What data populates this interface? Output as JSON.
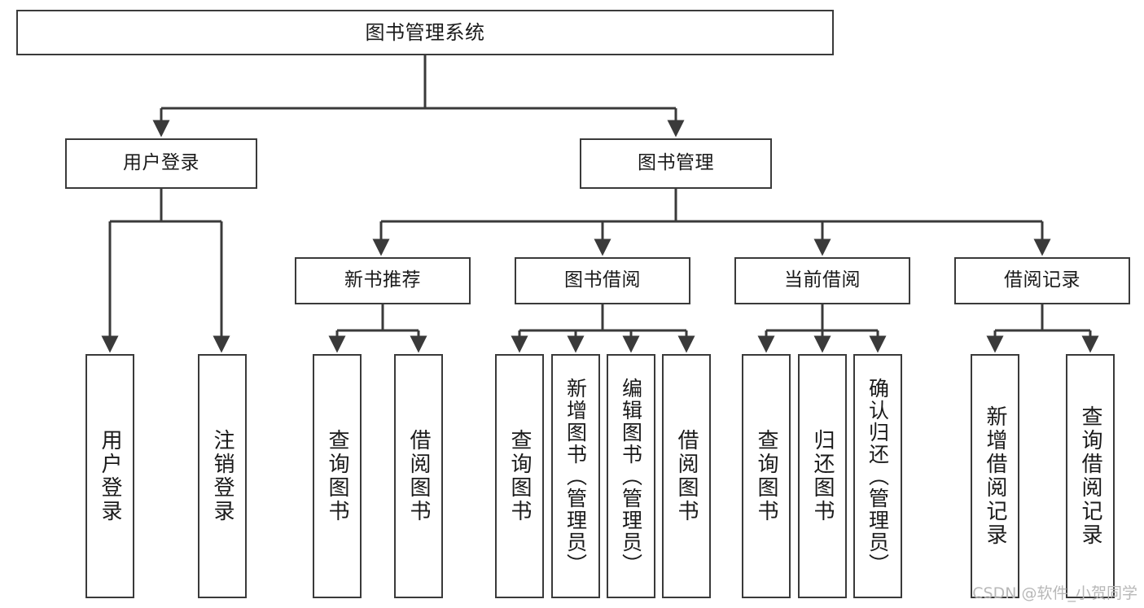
{
  "diagram": {
    "title": "图书管理系统",
    "type": "tree-hierarchy",
    "watermark": "CSDN @软件_小贺同学",
    "colors": {
      "stroke": "#3a3a3a",
      "fill": "#ffffff",
      "text": "#1a1a1a",
      "watermark": "#b8b8b8"
    },
    "nodes": {
      "root": {
        "label": "图书管理系统"
      },
      "level2": [
        {
          "id": "user-login",
          "label": "用户登录"
        },
        {
          "id": "book-manage",
          "label": "图书管理"
        }
      ],
      "level3": [
        {
          "id": "new-book-recommend",
          "label": "新书推荐"
        },
        {
          "id": "book-borrow",
          "label": "图书借阅"
        },
        {
          "id": "current-borrow",
          "label": "当前借阅"
        },
        {
          "id": "borrow-record",
          "label": "借阅记录"
        }
      ],
      "leaves": {
        "user-login": [
          {
            "id": "leaf-user-login",
            "label": "用户登录"
          },
          {
            "id": "leaf-logout-login",
            "label": "注销登录"
          }
        ],
        "new-book-recommend": [
          {
            "id": "leaf-query-book-1",
            "label": "查询图书"
          },
          {
            "id": "leaf-borrow-book-1",
            "label": "借阅图书"
          }
        ],
        "book-borrow": [
          {
            "id": "leaf-query-book-2",
            "label": "查询图书"
          },
          {
            "id": "leaf-add-book",
            "label": "新增图书（管理员）"
          },
          {
            "id": "leaf-edit-book",
            "label": "编辑图书（管理员）"
          },
          {
            "id": "leaf-borrow-book-2",
            "label": "借阅图书"
          }
        ],
        "current-borrow": [
          {
            "id": "leaf-query-book-3",
            "label": "查询图书"
          },
          {
            "id": "leaf-return-book",
            "label": "归还图书"
          },
          {
            "id": "leaf-confirm-return",
            "label": "确认归还（管理员）"
          }
        ],
        "borrow-record": [
          {
            "id": "leaf-add-record",
            "label": "新增借阅记录"
          },
          {
            "id": "leaf-query-record",
            "label": "查询借阅记录"
          }
        ]
      }
    }
  }
}
